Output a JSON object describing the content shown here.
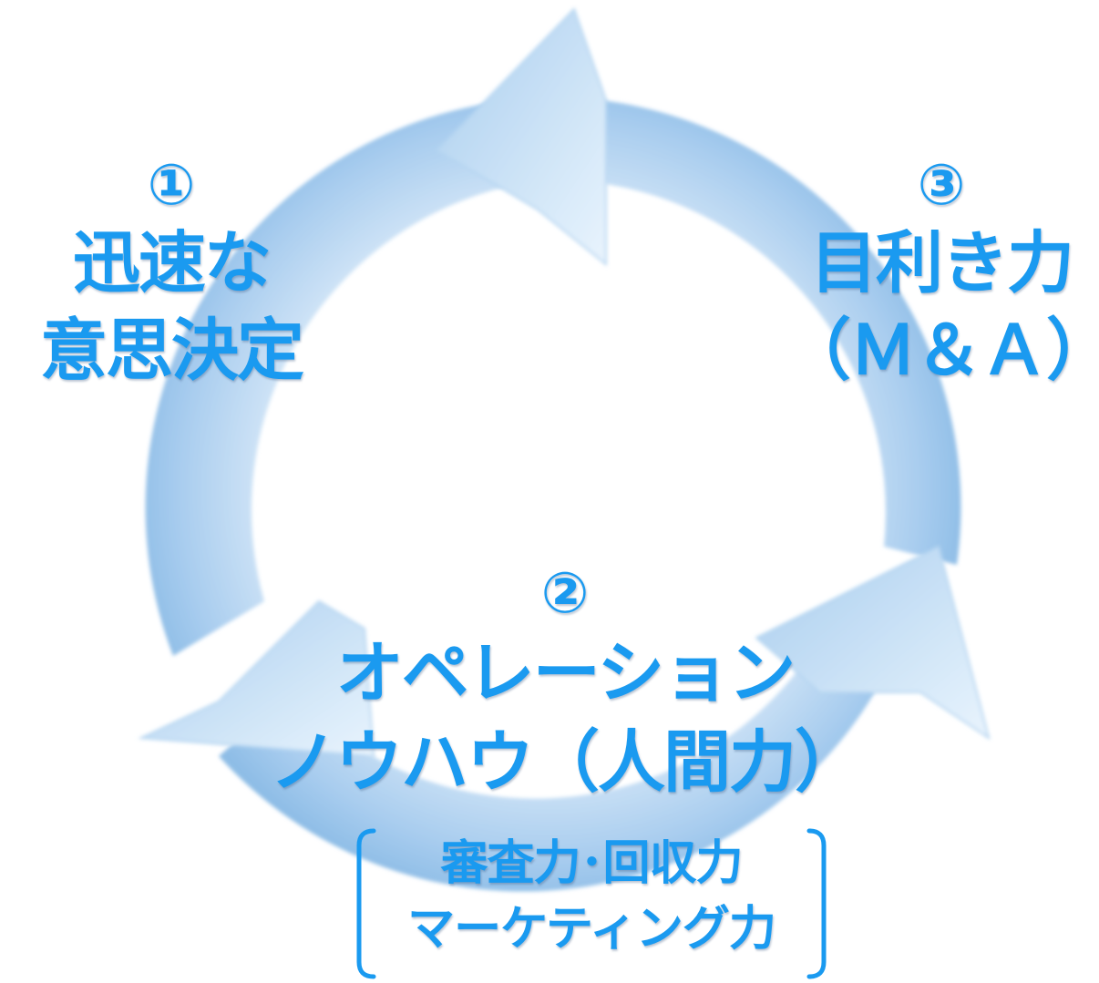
{
  "diagram": {
    "step1": {
      "number": "①",
      "line1": "迅速な",
      "line2": "意思決定"
    },
    "step2": {
      "number": "②",
      "line1": "オペレーション",
      "line2": "ノウハウ（人間力）",
      "sub_line1": "審査力･回収力",
      "sub_line2": "マーケティング力"
    },
    "step3": {
      "number": "③",
      "line1": "目利き力",
      "line2": "（Ｍ＆Ａ）"
    }
  },
  "colors": {
    "text": "#1a9af0",
    "arrow_dark": "#8ebde6",
    "arrow_light": "#eaf4fc"
  }
}
